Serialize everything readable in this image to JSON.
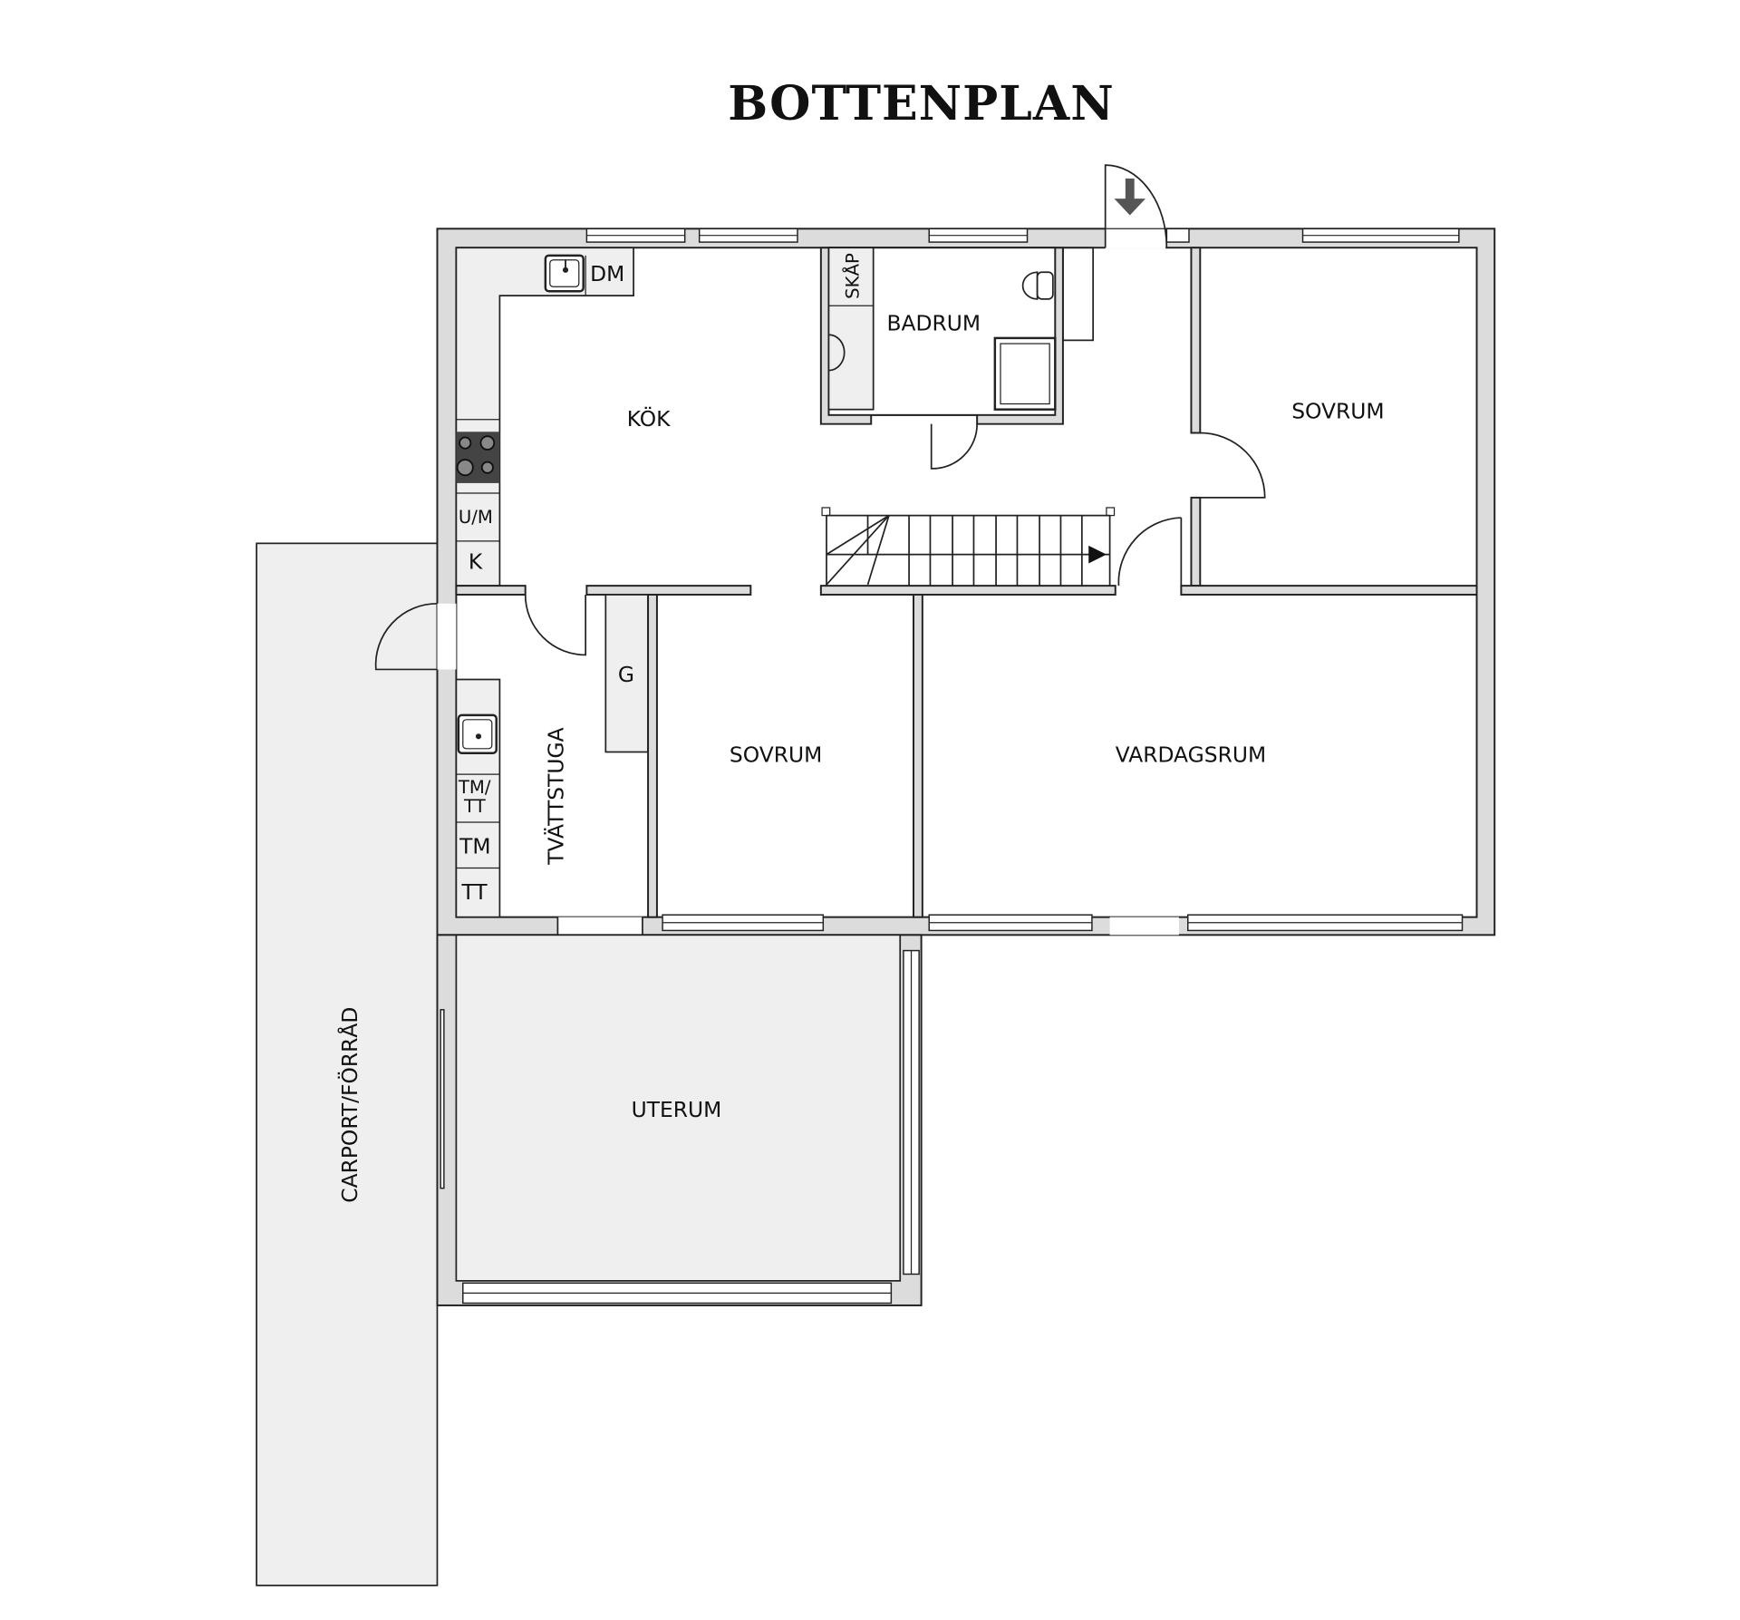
{
  "title": "BOTTENPLAN",
  "rooms": {
    "kok": "KÖK",
    "badrum": "BADRUM",
    "skap": "SKÅP",
    "sovrum_1": "SOVRUM",
    "sovrum_2": "SOVRUM",
    "vardagsrum": "VARDAGSRUM",
    "tvattstuga": "TVÄTTSTUGA",
    "uterum": "UTERUM",
    "carport": "CARPORT/FÖRRÅD"
  },
  "fixtures": {
    "dm": "DM",
    "um": "U/M",
    "k": "K",
    "g": "G",
    "tm_tt_1": "TM/",
    "tm_tt_2": "TT",
    "tm": "TM",
    "tt": "TT"
  },
  "colors": {
    "wall_fill": "#dcdcdc",
    "outdoor_fill": "#efefef",
    "entrance_arrow": "#555555",
    "stove": "#444444"
  },
  "entrance": {
    "icon": "entrance-arrow-icon"
  }
}
